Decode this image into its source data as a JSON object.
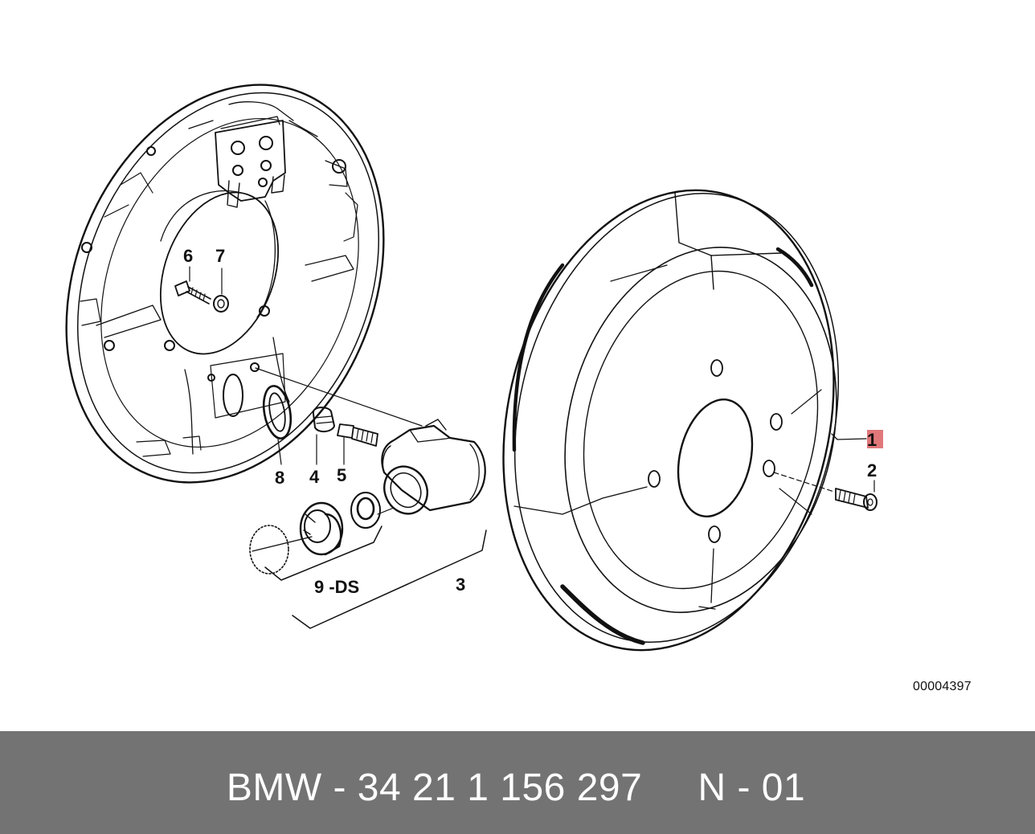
{
  "diagram": {
    "callouts": {
      "c1": "1",
      "c2": "2",
      "c3": "3",
      "c4": "4",
      "c5": "5",
      "c6": "6",
      "c7": "7",
      "c8": "8",
      "c9": "9 -DS"
    },
    "highlight_color": "#e0787a",
    "document_number": "00004397"
  },
  "footer": {
    "text": "BMW - 34 21 1 156 297     N - 01",
    "background_color": "#737373"
  }
}
